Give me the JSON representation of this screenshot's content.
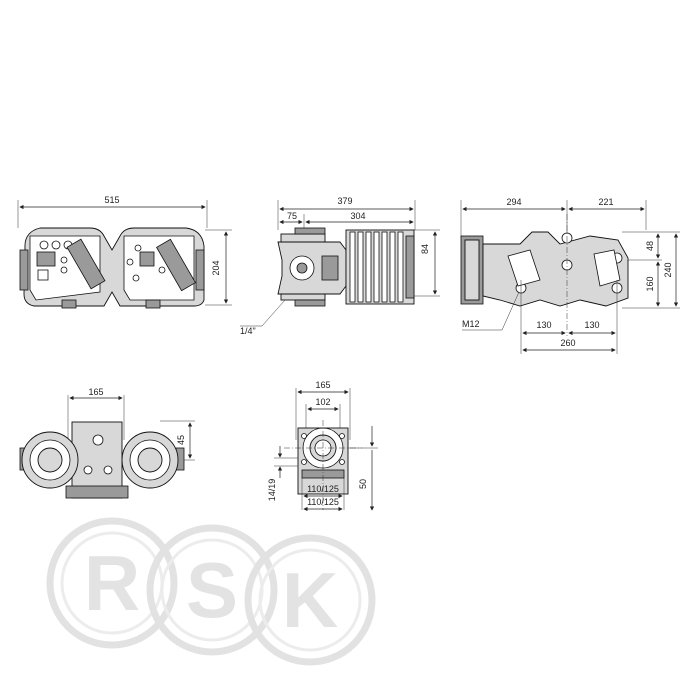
{
  "drawing": {
    "front_view": {
      "width_label": "515",
      "height_label": "204"
    },
    "side_view": {
      "total_label": "379",
      "left_label": "75",
      "right_label": "304",
      "height_label": "84",
      "port_label": "1/4\""
    },
    "end_view": {
      "left_label": "294",
      "right_label": "221",
      "top_label": "48",
      "mid_label": "160",
      "height_label": "240",
      "bolt_label": "M12",
      "half_left_label": "130",
      "half_right_label": "130",
      "total_label": "260"
    },
    "top_view": {
      "width_label": "165",
      "height_label": "45"
    },
    "flange_view": {
      "outer_label": "165",
      "inner_label": "102",
      "bolt_circle_a_label": "110/125",
      "bolt_circle_b_label": "110/125",
      "hole_label": "14/19",
      "height_label": "50"
    }
  },
  "watermark": {
    "letters": [
      "R",
      "S",
      "K"
    ]
  }
}
